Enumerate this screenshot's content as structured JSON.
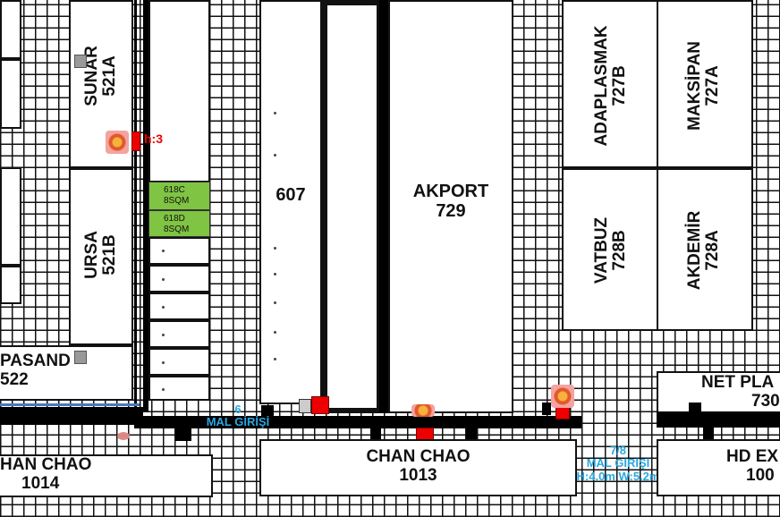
{
  "booths": {
    "b607": "607",
    "akport_name": "AKPORT",
    "akport_no": "729",
    "sunar_name": "SUNAR",
    "sunar_no": "521A",
    "ursa_name": "URSA",
    "ursa_no": "521B",
    "pasand_name": "PASAND",
    "pasand_no": "522",
    "adaplasmak_name": "ADAPLASMAK",
    "adaplasmak_no": "727B",
    "maksipan_name": "MAKSİPAN",
    "maksipan_no": "727A",
    "vatbuz_name": "VATBUZ",
    "vatbuz_no": "728B",
    "akdemir_name": "AKDEMİR",
    "akdemir_no": "728A",
    "net_name": "NET PLA",
    "net_no": "730",
    "chan1013_name": "CHAN  CHAO",
    "chan1013_no": "1013",
    "chan1014_name": "HAN  CHAO",
    "chan1014_no": "1014",
    "hd_name": "HD  EX",
    "hd_no": "100"
  },
  "small_booths": {
    "c618": "618C",
    "c618_size": "8SQM",
    "d618": "618D",
    "d618_size": "8SQM"
  },
  "entrances": {
    "e6_num": "6",
    "e6_label": "MAL GİRİŞİ",
    "e78_num": "7/8",
    "e78_label": "MAL GİRİŞİ",
    "e78_dims": "H:4.0m W:5.2m"
  },
  "hydrant_height": "h:3",
  "colors": {
    "available": "#7fc442",
    "entrance": "#2aa7e0",
    "hazard": "#e00000"
  }
}
